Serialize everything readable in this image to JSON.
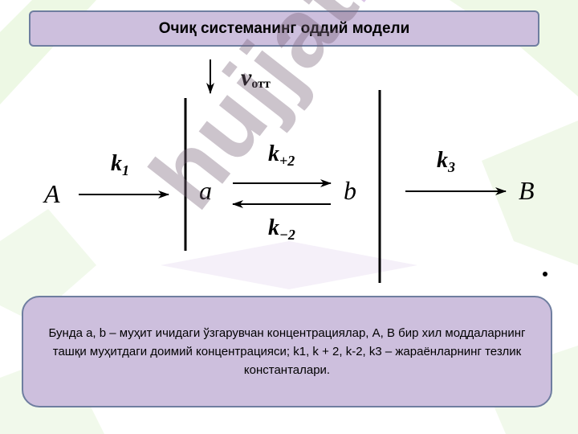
{
  "title": "Очиқ системанинг оддий модели",
  "diagram": {
    "velocity_symbol": "v",
    "velocity_subscript": "отт",
    "species_A": "A",
    "species_a": "a",
    "species_b": "b",
    "species_B": "B",
    "k1_symbol": "k",
    "k1_subscript": "1",
    "kplus2_symbol": "k",
    "kplus2_subscript": "+2",
    "kminus2_symbol": "k",
    "kminus2_subscript": "−2",
    "k3_symbol": "k",
    "k3_subscript": "3"
  },
  "description": "Бунда a, b – муҳит ичидаги ўзгарувчан концентрациялар, A, B бир хил моддаларнинг ташқи муҳитдаги доимий концентрацияси; k1, k + 2, k-2, k3 – жараёнларнинг тезлик константалари.",
  "watermark": {
    "text": "hujjat",
    "accent": "24"
  },
  "colors": {
    "box_fill": "#cdbfdd",
    "box_border": "#6f7ea0",
    "decor_green": "#dff3cf",
    "decor_lilac": "#e8dcf2"
  }
}
